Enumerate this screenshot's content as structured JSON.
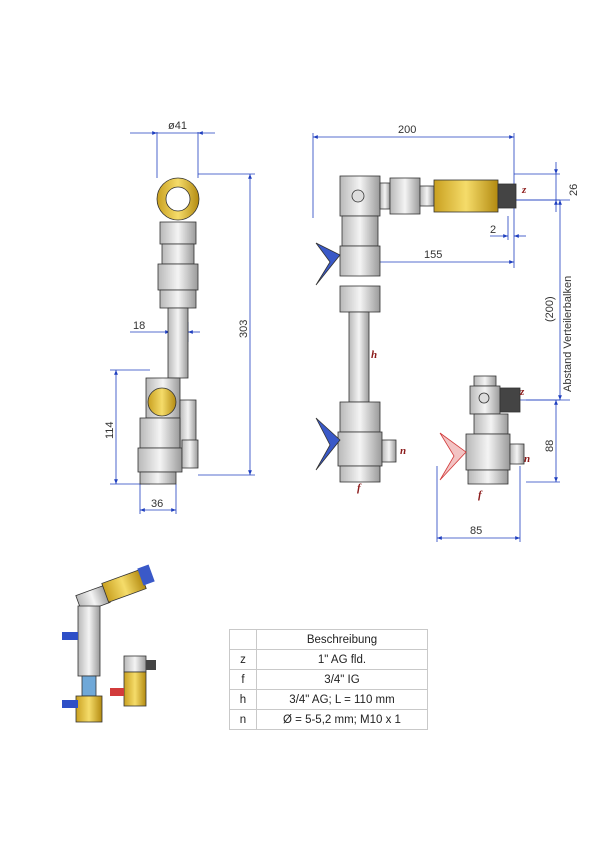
{
  "dimensions": {
    "dia41": "ø41",
    "d303": "303",
    "d18": "18",
    "d114": "114",
    "d36": "36",
    "d200": "200",
    "d26": "26",
    "d2": "2",
    "d155": "155",
    "d200b": "(200)",
    "abstand": "Abstand Verteilerbalken",
    "d88": "88",
    "d85": "85"
  },
  "labels": {
    "z": "z",
    "h": "h",
    "n": "n",
    "f": "f"
  },
  "legend": {
    "header": "Beschreibung",
    "rows": [
      {
        "key": "z",
        "desc": "1\" AG fld."
      },
      {
        "key": "f",
        "desc": "3/4\" IG"
      },
      {
        "key": "h",
        "desc": "3/4\" AG; L = 110 mm"
      },
      {
        "key": "n",
        "desc": "Ø = 5-5,2 mm; M10 x 1"
      }
    ]
  },
  "colors": {
    "dimension_line": "#1f3fbf",
    "brass": "#e8c43a",
    "handle_blue": "#3a59c8",
    "handle_red": "#d23b3b",
    "label": "#8b1a1a"
  }
}
